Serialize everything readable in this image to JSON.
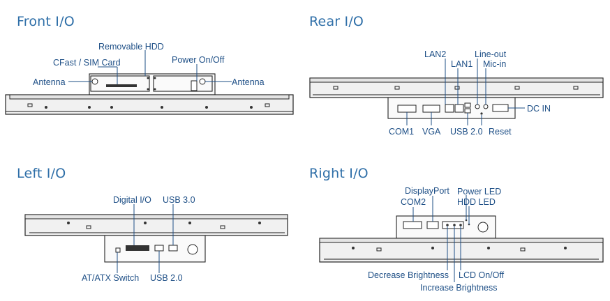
{
  "sections": {
    "front": {
      "title": "Front I/O",
      "labels": {
        "removable_hdd": "Removable HDD",
        "cfast_sim": "CFast / SIM Card",
        "power": "Power On/Off",
        "antenna_left": "Antenna",
        "antenna_right": "Antenna"
      }
    },
    "rear": {
      "title": "Rear I/O",
      "labels": {
        "lan2": "LAN2",
        "lan1": "LAN1",
        "line_out": "Line-out",
        "mic_in": "Mic-in",
        "dc_in": "DC IN",
        "com1": "COM1",
        "vga": "VGA",
        "usb20": "USB 2.0",
        "reset": "Reset"
      }
    },
    "left": {
      "title": "Left I/O",
      "labels": {
        "digital_io": "Digital I/O",
        "usb30": "USB 3.0",
        "at_atx": "AT/ATX Switch",
        "usb20": "USB 2.0"
      }
    },
    "right": {
      "title": "Right I/O",
      "labels": {
        "displayport": "DisplayPort",
        "com2": "COM2",
        "power_led": "Power LED",
        "hdd_led": "HDD LED",
        "decrease": "Decrease Brightness",
        "lcd_onoff": "LCD On/Off",
        "increase": "Increase Brightness"
      }
    }
  },
  "colors": {
    "title": "#2f6fa8",
    "label": "#1e4f86",
    "line": "#1a1a1a"
  }
}
